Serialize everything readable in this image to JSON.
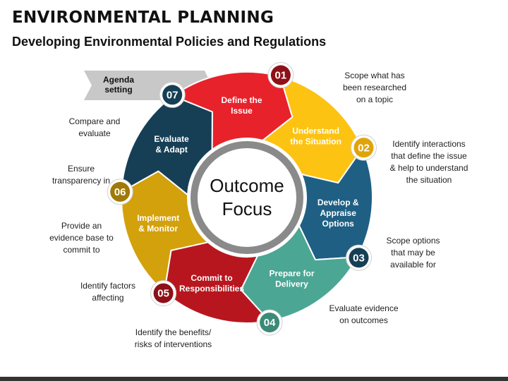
{
  "header": {
    "title": "ENVIRONMENTAL PLANNING",
    "subtitle": "Developing Environmental Policies and Regulations"
  },
  "agenda": {
    "label": "Agenda\nsetting"
  },
  "center": {
    "line1": "Outcome",
    "line2": "Focus"
  },
  "steps": [
    {
      "number": "01",
      "label": "Define the\nIssue",
      "color": "#E8222B",
      "note": "Scope what has\nbeen researched\non a topic"
    },
    {
      "number": "02",
      "label": "Understand\nthe Situation",
      "color": "#FDC312",
      "note": "Identify interactions\nthat define the issue\n& help to understand\nthe situation"
    },
    {
      "number": "03",
      "label": "Develop &\nAppraise\nOptions",
      "color": "#1F5F84",
      "note": "Scope options\nthat may be\navailable for"
    },
    {
      "number": "04",
      "label": "Prepare for\nDelivery",
      "color": "#4BA694",
      "note": "Evaluate evidence\non outcomes"
    },
    {
      "number": "05",
      "label": "Commit to\nResponsibilities",
      "color": "#B8161E",
      "note": "Identify the benefits/\nrisks of interventions"
    },
    {
      "number": "06",
      "label": "Implement\n& Monitor",
      "color": "#D3A10C",
      "note": "Provide an\nevidence base to\ncommit to"
    },
    {
      "number": "07",
      "label": "Evaluate\n& Adapt",
      "color": "#163F55",
      "note": "Compare and\nevaluate"
    }
  ],
  "extra_notes": [
    "Ensure\ntransparency in",
    "Identify factors\naffecting"
  ],
  "colors": {
    "badge_01": "#8E1117",
    "badge_02": "#E0A40B",
    "badge_03": "#163F55",
    "badge_04": "#3C8A78",
    "badge_05": "#8E1117",
    "badge_06": "#A07A08",
    "badge_07": "#163F55",
    "center_ring": "#8A8A8A",
    "agenda_arrow": "#C8C8C8"
  }
}
